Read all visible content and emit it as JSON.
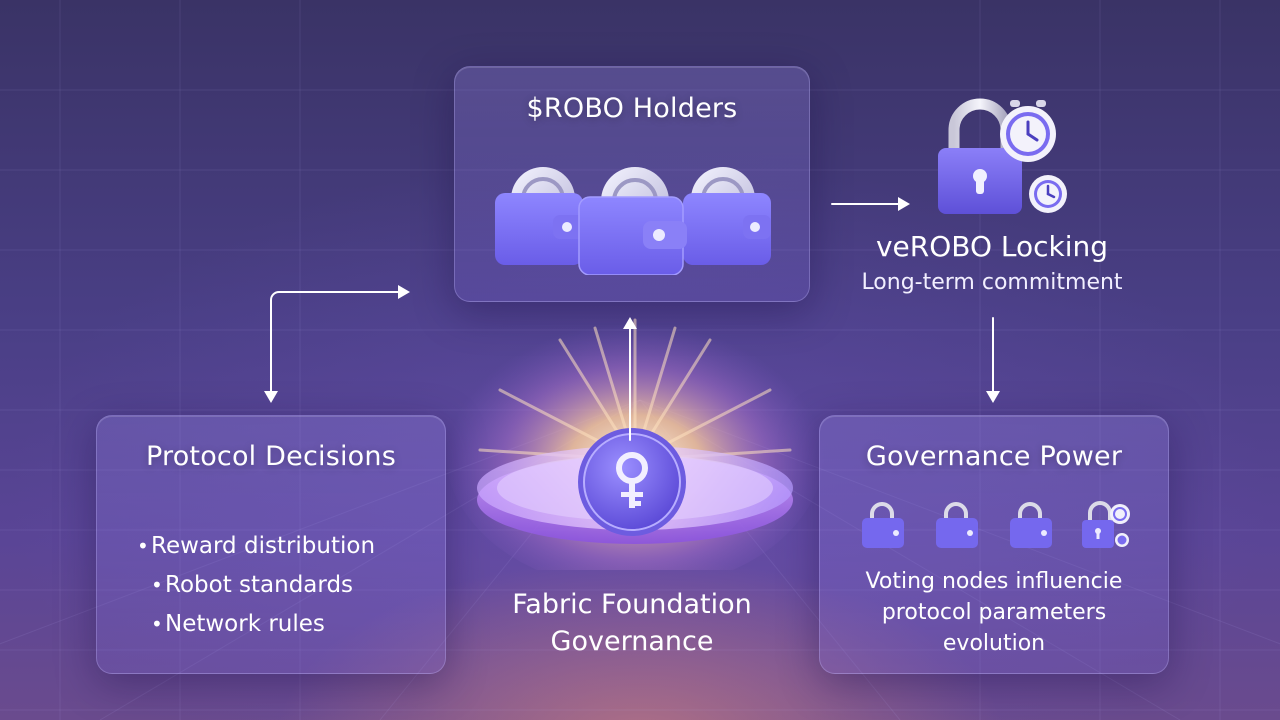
{
  "holders": {
    "title": "$ROBO Holders",
    "icons": [
      "wallet-coin-icon",
      "wallet-coin-icon",
      "wallet-coin-icon"
    ]
  },
  "locking": {
    "title": "veROBO Locking",
    "subtitle": "Long-term commitment",
    "icon": "padlock-clock-icon"
  },
  "protocol": {
    "title": "Protocol Decisions",
    "bullet_symbol": "•",
    "items": [
      "Reward distribution",
      "Robot standards",
      "Network rules"
    ]
  },
  "power": {
    "title": "Governance Power",
    "description_lines": [
      "Voting nodes influencie",
      "protocol parameters",
      "evolution"
    ],
    "icons": [
      "locked-wallet-icon",
      "locked-wallet-icon",
      "locked-wallet-icon",
      "padlock-clock-icon"
    ]
  },
  "foundation": {
    "label_lines": [
      "Fabric Foundation",
      "Governance"
    ],
    "icon": "key-icon"
  },
  "colors": {
    "accent": "#7b6cf0",
    "card_border": "#c8beff",
    "glow": "#ffd9a8"
  }
}
